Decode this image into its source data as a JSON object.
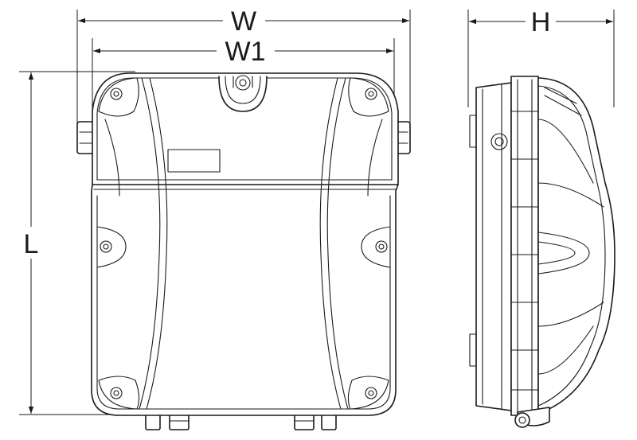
{
  "dimensions": {
    "width_label": "W",
    "inner_width_label": "W1",
    "height_label": "H",
    "length_label": "L"
  },
  "colors": {
    "line": "#1a1a1a",
    "background": "#ffffff"
  }
}
